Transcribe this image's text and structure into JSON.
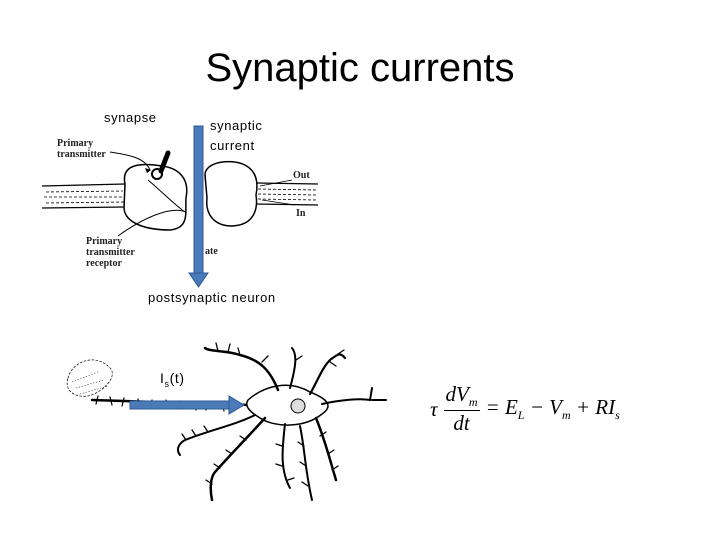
{
  "slide": {
    "title": "Synaptic currents",
    "labels": {
      "synapse": "synapse",
      "synaptic_current_line1": "synaptic",
      "synaptic_current_line2": "current",
      "postsynaptic_neuron": "postsynaptic neuron",
      "input_current_main": "I",
      "input_current_sub": "s",
      "input_current_suffix": "(t)"
    },
    "synapse_figure": {
      "primary_transmitter_1": "Primary",
      "primary_transmitter_2": "transmitter",
      "primary_receptor_1": "Primary",
      "primary_receptor_2": "transmitter",
      "primary_receptor_3": "receptor",
      "out_label": "Out",
      "in_label": "In",
      "fragment_label": "ate"
    },
    "equation": {
      "tau": "τ",
      "num_d": "dV",
      "num_sub": "m",
      "den": "dt",
      "rhs_1": "= E",
      "rhs_1_sub": "L",
      "rhs_2": " − V",
      "rhs_2_sub": "m",
      "rhs_3": " + RI",
      "rhs_3_sub": "s"
    },
    "colors": {
      "arrow_fill": "#4a7ab8",
      "arrow_stroke": "#2d5a96",
      "ink": "#000000"
    }
  }
}
